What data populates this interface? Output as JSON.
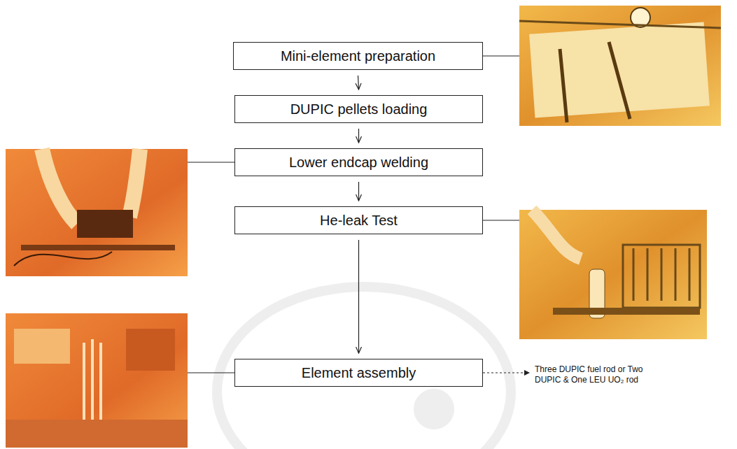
{
  "diagram": {
    "nodes": [
      {
        "text": [
          "Mini-element preparation"
        ]
      },
      {
        "text": [
          "DUPIC pellets loading"
        ]
      },
      {
        "text": [
          "Lower endcap welding"
        ]
      },
      {
        "text": [
          "He-leak Test"
        ]
      },
      {
        "text": [
          "Element assembly"
        ]
      }
    ],
    "edges": [
      {
        "from": 0,
        "to": 1,
        "arrow": "to"
      },
      {
        "from": 1,
        "to": 2,
        "arrow": "to"
      },
      {
        "from": 2,
        "to": 3,
        "arrow": "to"
      },
      {
        "from": 3,
        "to": 4,
        "arrow": "to"
      }
    ],
    "labels": [
      "Three DUPIC fuel rod or Two DUPIC & One LEU UO₂ rod"
    ]
  }
}
